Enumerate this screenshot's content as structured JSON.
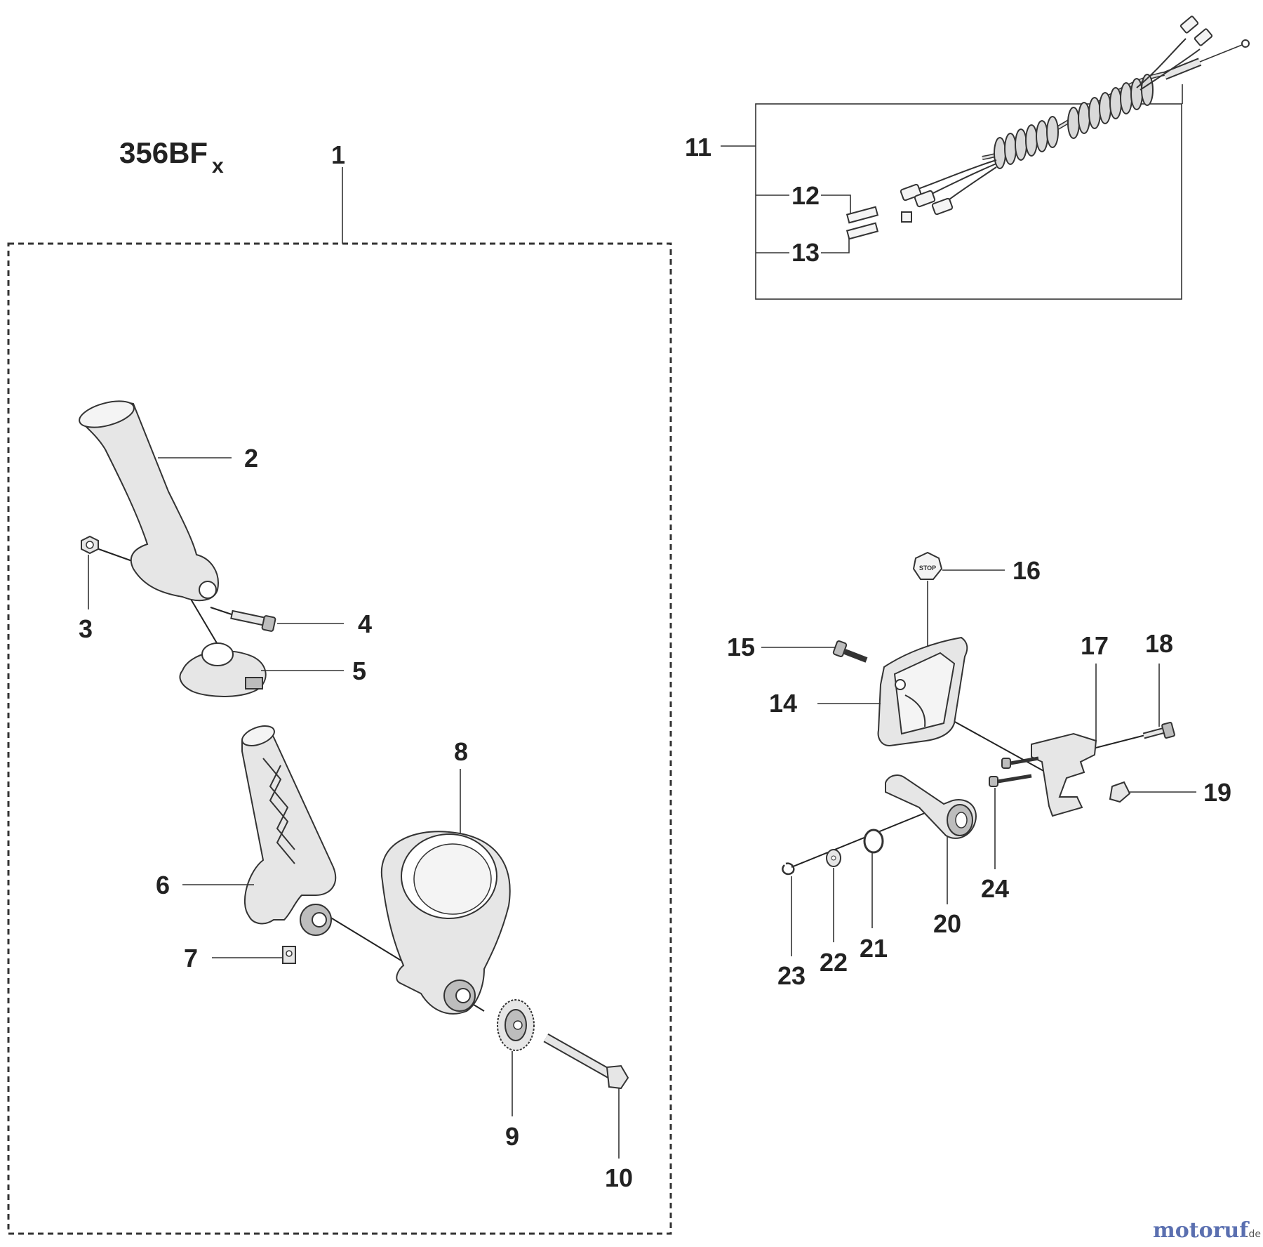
{
  "model": {
    "code": "356BF",
    "suffix": "x"
  },
  "callouts": [
    "1",
    "2",
    "3",
    "4",
    "5",
    "6",
    "7",
    "8",
    "9",
    "10",
    "11",
    "12",
    "13",
    "14",
    "15",
    "16",
    "17",
    "18",
    "19",
    "20",
    "21",
    "22",
    "23",
    "24"
  ],
  "stop_label": "STOP",
  "watermark": {
    "brand": "motoruf",
    "tld": ".de"
  }
}
